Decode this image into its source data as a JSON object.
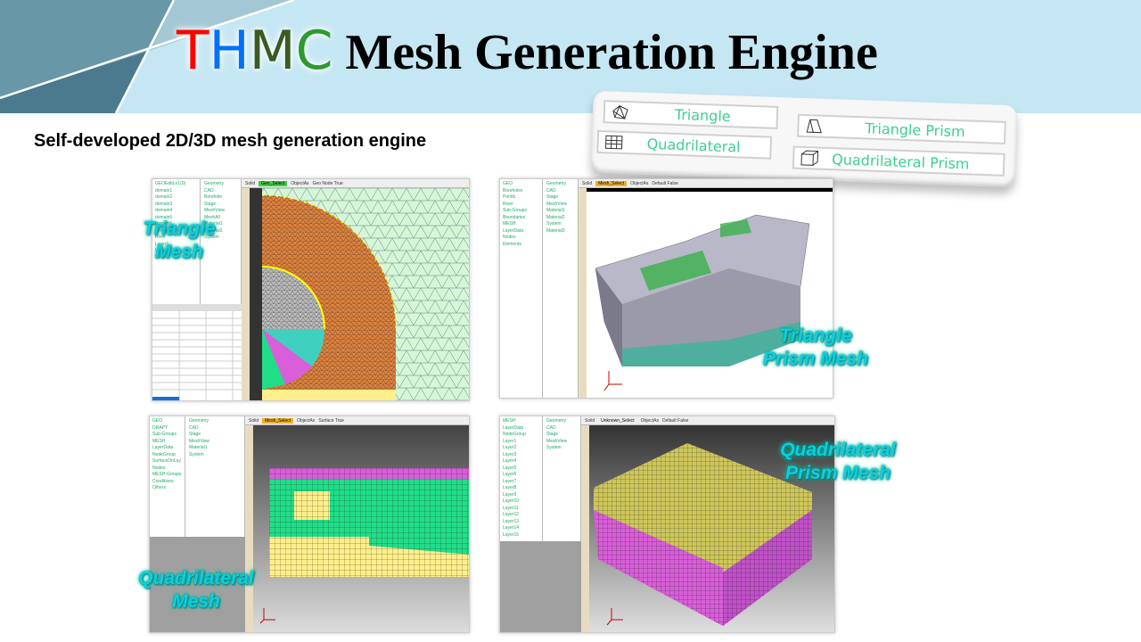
{
  "header": {
    "title_prefix_letters": [
      {
        "char": "T",
        "color": "#ff0000"
      },
      {
        "char": "H",
        "color": "#0070ff"
      },
      {
        "char": "M",
        "color": "#3a5a22"
      },
      {
        "char": "C",
        "color": "#2e9a2e"
      }
    ],
    "title_rest": "Mesh Generation Engine"
  },
  "subtitle": "Self-developed 2D/3D mesh generation engine",
  "legend": {
    "items": [
      {
        "label": "Triangle",
        "icon": "triangle-element-icon"
      },
      {
        "label": "Triangle Prism",
        "icon": "triangle-prism-icon"
      },
      {
        "label": "Quadrilateral",
        "icon": "quad-grid-icon"
      },
      {
        "label": "Quadrilateral  Prism",
        "icon": "hexahedron-icon"
      }
    ],
    "text_color": "#3ccf8e"
  },
  "panels": [
    {
      "label_line1": "Triangle",
      "label_line2": "Mesh",
      "toolbar": [
        "Solid",
        "Geo_Select",
        "ObjectAs",
        "Geo Node True"
      ],
      "tree": [
        "GEOEditLn1(0)",
        "domain1",
        "domain2",
        "domain3",
        "domain4",
        "domain5",
        "domain6",
        "domain7",
        "River",
        "Geometry",
        "CAD",
        "Borehole",
        "Stage",
        "MeshView",
        "MeshAll",
        "Material1",
        "Material2",
        "System",
        "Layer1",
        "Layer2",
        "Nodes"
      ]
    },
    {
      "label_line1": "Triangle",
      "label_line2": "Prism Mesh",
      "toolbar": [
        "Solid",
        "Mesh_Select",
        "ObjectAs",
        "Default False"
      ],
      "tree": [
        "GEO",
        "Boreholes",
        "Ponds",
        "River",
        "Sub-Groups",
        "Boundaries",
        "MESH",
        "LayerData",
        "Nodes",
        "Elements",
        "Geometry",
        "CAD",
        "Stage",
        "MeshView",
        "Material1",
        "Material2",
        "System",
        "Material3"
      ]
    },
    {
      "label_line1": "Quadrilateral",
      "label_line2": "Mesh",
      "toolbar": [
        "Solid",
        "Mesh_Select",
        "ObjectAs",
        "Surface True"
      ],
      "tree": [
        "GEO",
        "DRAPY",
        "Sub-Groups",
        "MESH",
        "LayerData",
        "NodeGroup",
        "SurfaceOnLay",
        "Nodes",
        "MESH-Groups",
        "Conditions",
        "Others",
        "Geometry",
        "CAD",
        "Stage",
        "MeshView",
        "Material1",
        "System"
      ]
    },
    {
      "label_line1": "Quadrilateral",
      "label_line2": "Prism Mesh",
      "toolbar": [
        "Solid",
        "Unknown_Select",
        "ObjectAs",
        "Default False"
      ],
      "tree": [
        "MESH",
        "LayerData",
        "NodeGroup",
        "Layer1",
        "Layer2",
        "Layer3",
        "Layer4",
        "Layer5",
        "Layer6",
        "Layer7",
        "Layer8",
        "Layer9",
        "Layer10",
        "Layer11",
        "Layer12",
        "Layer13",
        "Layer14",
        "Layer15",
        "Geometry",
        "CAD",
        "Stage",
        "MeshView",
        "System"
      ]
    }
  ],
  "colors": {
    "header_bg": "#c5e6f3",
    "glow": "#0bd0e0",
    "mesh_orange": "#e0823c",
    "mesh_green": "#22dd88",
    "mesh_yellow": "#ffef8a",
    "mesh_magenta": "#d95ed9",
    "mesh_olive": "#cfc65a"
  }
}
